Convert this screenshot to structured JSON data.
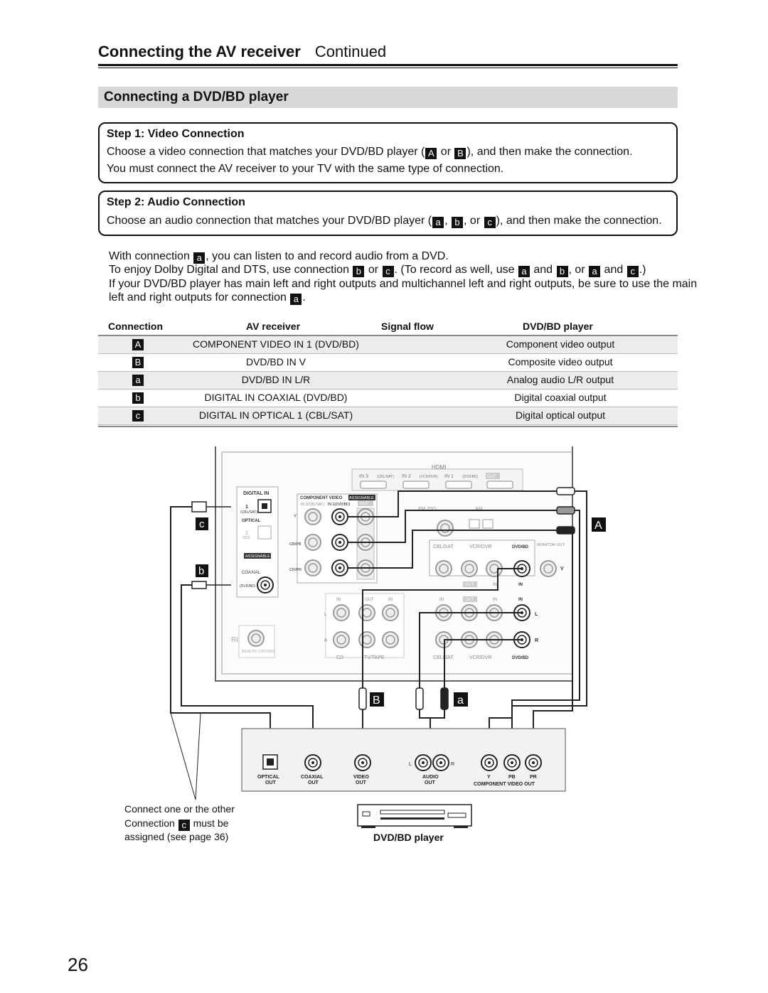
{
  "header": {
    "title": "Connecting the AV receiver",
    "continued": "Continued"
  },
  "section": {
    "title": "Connecting a DVD/BD player"
  },
  "step1": {
    "title": "Step 1: Video Connection",
    "line1_a": "Choose a video connection that matches your DVD/BD player (",
    "line1_b": " or ",
    "line1_c": "), and then make the connection.",
    "line2": "You must connect the AV receiver to your TV with the same type of connection."
  },
  "step2": {
    "title": "Step 2: Audio Connection",
    "line1_a": "Choose an audio connection that matches your DVD/BD player (",
    "line1_b": ", ",
    "line1_c": ", or ",
    "line1_d": "), and then make the connection."
  },
  "notes": {
    "n1_a": "With connection ",
    "n1_b": ", you can listen to and record audio from a DVD.",
    "n2_a": "To enjoy Dolby Digital and DTS, use connection ",
    "n2_b": " or ",
    "n2_c": ". (To record as well, use ",
    "n2_d": " and ",
    "n2_e": ", or ",
    "n2_f": " and ",
    "n2_g": ".)",
    "n3": "If your DVD/BD player has main left and right outputs and multichannel left and right outputs, be sure to use the main",
    "n4_a": "left and right outputs for connection ",
    "n4_b": "."
  },
  "labels": {
    "A": "A",
    "B": "B",
    "a": "a",
    "b": "b",
    "c": "c"
  },
  "table": {
    "headers": {
      "connection": "Connection",
      "receiver": "AV receiver",
      "signal": "Signal flow",
      "player": "DVD/BD player"
    },
    "rows": [
      {
        "conn": "A",
        "receiver": "COMPONENT VIDEO IN 1 (DVD/BD)",
        "player": "Component video output"
      },
      {
        "conn": "B",
        "receiver": "DVD/BD IN V",
        "player": "Composite video output"
      },
      {
        "conn": "a",
        "receiver": "DVD/BD IN L/R",
        "player": "Analog audio L/R output"
      },
      {
        "conn": "b",
        "receiver": "DIGITAL IN COAXIAL (DVD/BD)",
        "player": "Digital coaxial output"
      },
      {
        "conn": "c",
        "receiver": "DIGITAL IN OPTICAL 1 (CBL/SAT)",
        "player": "Digital optical output"
      }
    ]
  },
  "diagram": {
    "hdmi": "HDMI",
    "in3": "IN 3",
    "in3_sub": "(CBL/SAT)",
    "in2": "IN 2",
    "in2_sub": "(VCR/DVR)",
    "in1": "IN 1",
    "in1_sub": "(DVD/BD)",
    "out": "OUT",
    "digital_in": "DIGITAL IN",
    "opt1": "1",
    "opt1_sub": "(CBL/SAT)",
    "optical": "OPTICAL",
    "opt2": "2",
    "opt2_sub": "(CD)",
    "assignable": "ASSIGNABLE",
    "coaxial": "COAXIAL",
    "coax_sub": "(DVD/BD)",
    "component_video": "COMPONENT VIDEO",
    "comp_in2": "IN 2(CBL/SAT)",
    "comp_in1": "IN 1(DVD/BD)",
    "y": "Y",
    "cb": "CB/PB",
    "cr": "CR/PR",
    "fm": "FM 75Ω",
    "am": "AM",
    "cbl_sat": "CBL/SAT",
    "vcr_dvr": "VCR/DVR",
    "dvd_bd": "DVD/BD",
    "monitor_out": "MONITOR OUT",
    "v": "V",
    "in": "IN",
    "l": "L",
    "r": "R",
    "cd": "CD",
    "tv_tape": "TV/TAPE",
    "ri": "RI",
    "remote_control": "REMOTE CONTROL",
    "p_optical": "OPTICAL",
    "p_out": "OUT",
    "p_coaxial": "COAXIAL",
    "p_video": "VIDEO",
    "p_audio": "AUDIO",
    "p_y": "Y",
    "p_pb": "PB",
    "p_pr": "PR",
    "p_component": "COMPONENT VIDEO OUT"
  },
  "caption": {
    "line1": "Connect one or the other",
    "line2_a": "Connection ",
    "line2_b": " must be",
    "line3": "assigned (see page 36)"
  },
  "player_label": "DVD/BD player",
  "page_number": "26"
}
